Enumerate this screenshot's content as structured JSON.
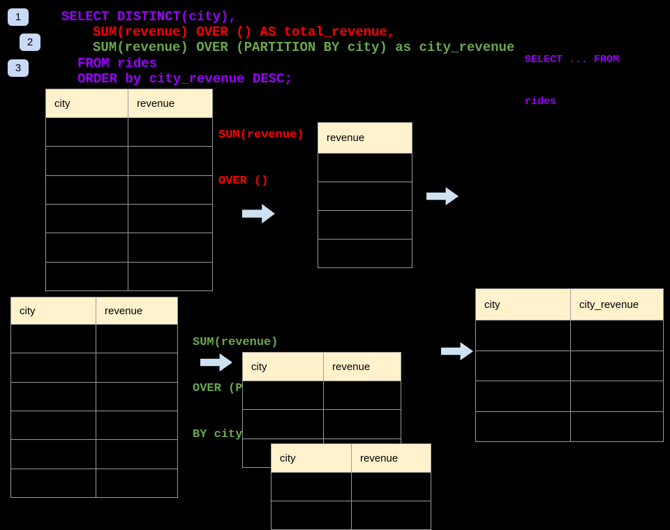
{
  "palette": {
    "background": "#000000",
    "sql_purple": "#9900ff",
    "sql_red": "#ff0000",
    "sql_green": "#6aa84f",
    "table_header_fill": "#fff2cc",
    "table_border": "#9b9b9b",
    "arrow_fill": "#cfe2f3",
    "badge_fill": "#c9daf8"
  },
  "badges": [
    {
      "label": "1"
    },
    {
      "label": "2"
    },
    {
      "label": "3"
    }
  ],
  "sql_code": {
    "lines": [
      {
        "text": "SELECT DISTINCT(city),",
        "color": "purple"
      },
      {
        "text": "SUM(revenue) OVER () AS total_revenue,",
        "color": "red"
      },
      {
        "text": "SUM(revenue) OVER (PARTITION BY city) as city_revenue",
        "color": "green"
      },
      {
        "text": "FROM rides",
        "color": "purple"
      },
      {
        "text": "ORDER by city_revenue DESC;",
        "color": "purple"
      }
    ]
  },
  "side_note": {
    "line1": "SELECT ... FROM",
    "line2": "rides"
  },
  "annotations": {
    "total_revenue": {
      "line1": "SUM(revenue)",
      "line2": "OVER ()"
    },
    "partition": {
      "line1": "SUM(revenue)",
      "line2": "OVER (PARTITION",
      "line3": "BY city)"
    }
  },
  "tables": {
    "source_top": {
      "headers": [
        "city",
        "revenue"
      ],
      "empty_rows": 6
    },
    "total_revenue_result": {
      "headers": [
        "revenue"
      ],
      "empty_rows": 4
    },
    "source_bottom": {
      "headers": [
        "city",
        "revenue"
      ],
      "empty_rows": 6
    },
    "partition_step": {
      "headers": [
        "city",
        "revenue"
      ],
      "empty_rows": 3
    },
    "partition_step_overlay": {
      "headers": [
        "city",
        "revenue"
      ],
      "empty_rows": 2
    },
    "city_revenue_result": {
      "headers": [
        "city",
        "city_revenue"
      ],
      "empty_rows": 4
    }
  }
}
